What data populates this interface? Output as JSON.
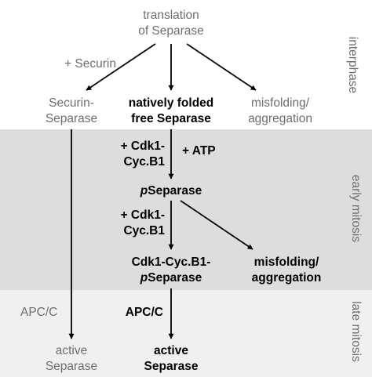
{
  "phases": {
    "interphase": "interphase",
    "early_mitosis": "early mitosis",
    "late_mitosis": "late mitosis"
  },
  "nodes": {
    "translation": [
      "translation",
      "of Separase"
    ],
    "securin_separase": [
      "Securin-",
      "Separase"
    ],
    "natively_folded": [
      "natively folded",
      "free Separase"
    ],
    "misfolding_top": [
      "misfolding/",
      "aggregation"
    ],
    "p_separase": {
      "prefix": "p",
      "text": "Separase"
    },
    "cdk1_p_separase": {
      "line1": "Cdk1-Cyc.B1-",
      "line2_prefix": "p",
      "line2_text": "Separase"
    },
    "misfolding_bold": [
      "misfolding/",
      "aggregation"
    ],
    "active_grey": [
      "active",
      "Separase"
    ],
    "active_bold": [
      "active",
      "Separase"
    ]
  },
  "labels": {
    "plus_securin": "+ Securin",
    "cdk1_first": [
      "+ Cdk1-",
      "Cyc.B1"
    ],
    "plus_atp": "+ ATP",
    "cdk1_second": [
      "+ Cdk1-",
      "Cyc.B1"
    ],
    "apcc_left": "APC/C",
    "apcc_center": "APC/C"
  },
  "colors": {
    "grey_text": "#6e6e6e",
    "early_band": "#dddddd",
    "late_band": "#f0f0f0"
  }
}
